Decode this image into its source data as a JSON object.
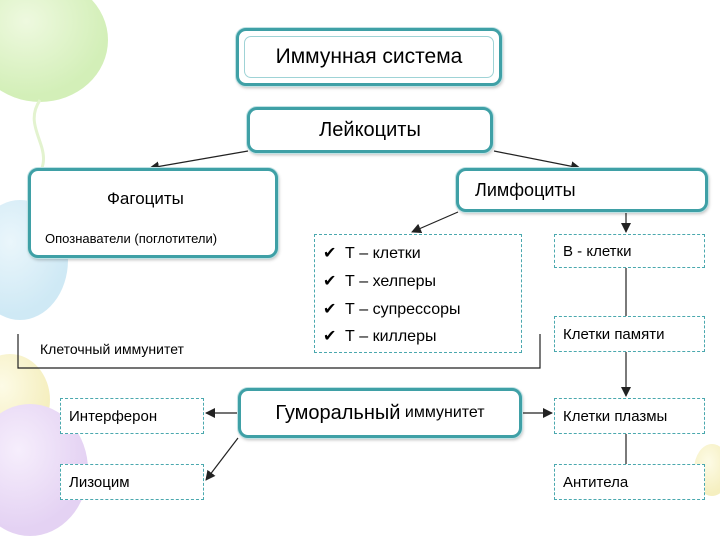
{
  "title": "Иммунная система",
  "leukocytes": "Лейкоциты",
  "phagocytes": {
    "title": "Фагоциты",
    "subtitle": "Опознаватели (поглотители)"
  },
  "lymphocytes": "Лимфоциты",
  "t_cells": {
    "check_glyph": "✔",
    "items": [
      "Т – клетки",
      "Т – хелперы",
      "Т – супрессоры",
      "Т – киллеры"
    ]
  },
  "b_cells": "В - клетки",
  "memory_cells": "Клетки памяти",
  "plasma_cells": "Клетки плазмы",
  "antibodies": "Антитела",
  "cellular_immunity": "Клеточный иммунитет",
  "humoral_immunity": {
    "word1": "Гуморальный",
    "word2": "иммунитет"
  },
  "interferon": "Интерферон",
  "lysozyme": "Лизоцим",
  "colors": {
    "box_border": "#3fa0a6",
    "dashed_border": "#4aa8ae",
    "arrow": "#222222"
  }
}
